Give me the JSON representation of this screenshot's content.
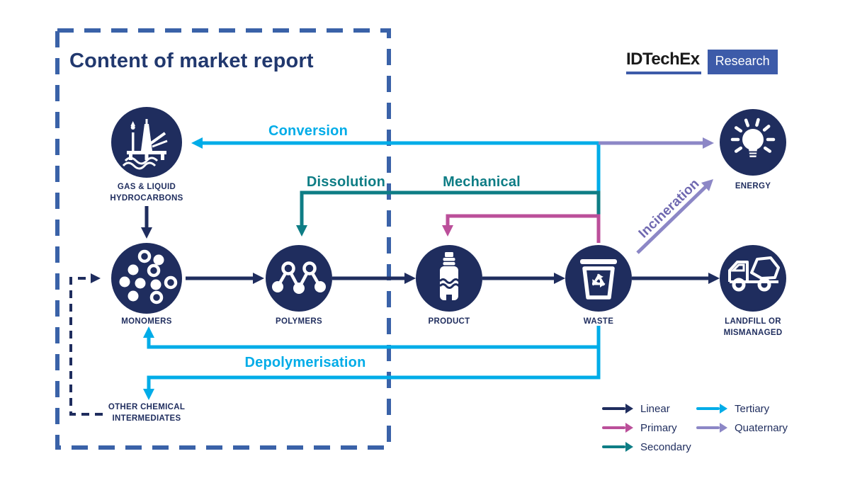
{
  "title": "Content of market report",
  "logo": {
    "brand": "IDTechEx",
    "product": "Research"
  },
  "nodes": {
    "hydrocarbons": "GAS & LIQUID\nHYDROCARBONS",
    "monomers": "MONOMERS",
    "polymers": "POLYMERS",
    "product": "PRODUCT",
    "waste": "WASTE",
    "energy": "ENERGY",
    "landfill": "LANDFILL OR\nMISMANAGED",
    "other_chemical": "OTHER CHEMICAL\nINTERMEDIATES"
  },
  "flow_labels": {
    "conversion": "Conversion",
    "dissolution": "Dissolution",
    "mechanical": "Mechanical",
    "depolymerisation": "Depolymerisation",
    "incineration": "Incineration"
  },
  "legend": {
    "items": [
      {
        "label": "Linear",
        "color": "#1F2D5E"
      },
      {
        "label": "Primary",
        "color": "#BB4F9A"
      },
      {
        "label": "Secondary",
        "color": "#0E7D85"
      },
      {
        "label": "Tertiary",
        "color": "#00ACE8"
      },
      {
        "label": "Quaternary",
        "color": "#8C87C6"
      }
    ]
  },
  "colors": {
    "navy": "#1F2D5E",
    "cyan": "#00ACE8",
    "teal": "#0E7D85",
    "pink": "#BB4F9A",
    "purple": "#8C87C6",
    "purple_text": "#6F68B0",
    "border_blue": "#3A62A8",
    "logo_blue": "#3D5BA9",
    "logo_text": "#1A1A1A",
    "title_navy": "#21386E"
  }
}
